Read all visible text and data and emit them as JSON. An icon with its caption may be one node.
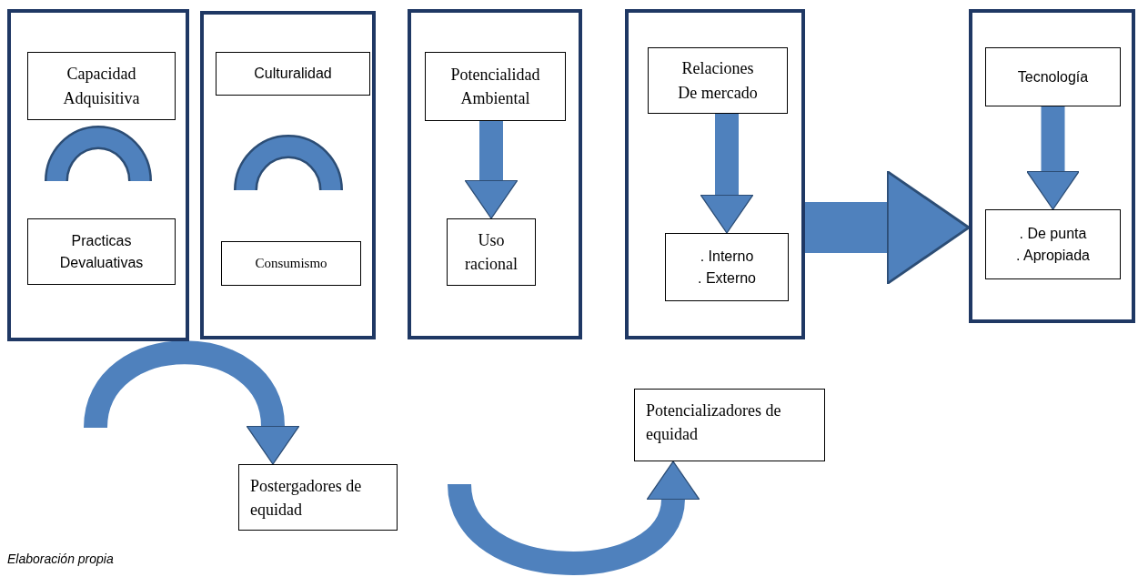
{
  "diagram": {
    "caption": "Elaboración propia",
    "nodes": [
      {
        "text": [],
        "shape": "box"
      },
      {
        "text": [
          "Capacidad Adquisitiva"
        ],
        "in": 0
      },
      {
        "text": [],
        "shape": "arch",
        "in": 0
      },
      {
        "text": [
          "Practicas Devaluativas"
        ],
        "in": 0
      },
      {
        "text": [],
        "shape": "box"
      },
      {
        "text": [
          "Culturalidad"
        ],
        "in": 4
      },
      {
        "text": [],
        "shape": "arch",
        "in": 4
      },
      {
        "text": [
          "Consumismo"
        ],
        "in": 4
      },
      {
        "text": [],
        "shape": "box"
      },
      {
        "text": [
          "Potencialidad Ambiental"
        ],
        "in": 8
      },
      {
        "text": [
          "Uso racional"
        ],
        "in": 8
      },
      {
        "text": [],
        "shape": "box"
      },
      {
        "text": [
          "Relaciones De mercado"
        ],
        "in": 11
      },
      {
        "text": [
          ". Interno",
          ". Externo"
        ],
        "in": 11
      },
      {
        "text": [],
        "shape": "box"
      },
      {
        "text": [
          "Tecnología"
        ],
        "in": 14
      },
      {
        "text": [
          ". De punta",
          ". Apropiada"
        ],
        "in": 14
      },
      {
        "text": [
          "Postergadores de equidad"
        ]
      },
      {
        "text": [
          "Potencializadores de equidad"
        ]
      }
    ],
    "edges": [
      {
        "from": 9,
        "to": 10,
        "arrow": "to"
      },
      {
        "from": 12,
        "to": 13,
        "arrow": "to"
      },
      {
        "from": 15,
        "to": 16,
        "arrow": "to"
      },
      {
        "from": 11,
        "to": 14,
        "arrow": "to",
        "style": "thick"
      },
      {
        "from": null,
        "to": 17,
        "arrow": "to"
      },
      {
        "from": null,
        "to": 18,
        "arrow": "to"
      }
    ]
  }
}
